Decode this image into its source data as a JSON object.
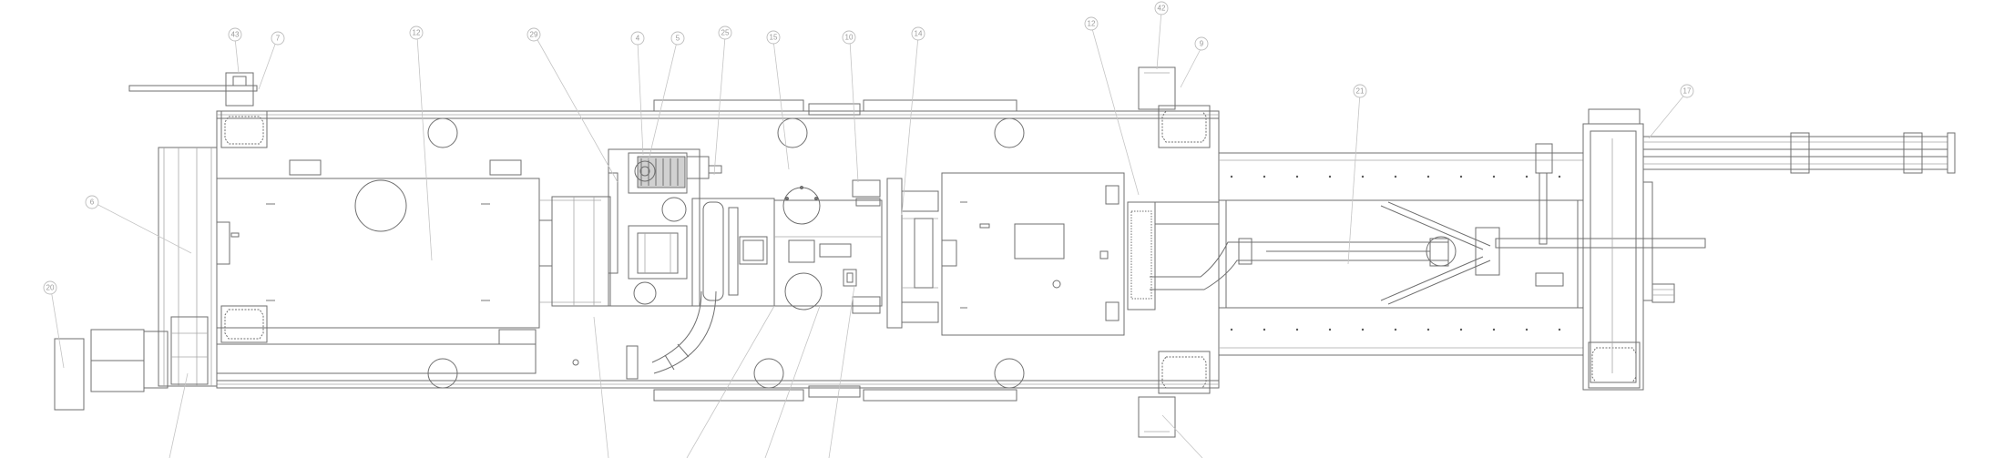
{
  "drawing": {
    "type": "mechanical-plan-view",
    "line_color": "#6f6f6f",
    "background": "#ffffff"
  },
  "callouts": [
    {
      "id": "c43",
      "label": "43"
    },
    {
      "id": "c7a",
      "label": "7"
    },
    {
      "id": "c12a",
      "label": "12"
    },
    {
      "id": "c29",
      "label": "29"
    },
    {
      "id": "c4",
      "label": "4"
    },
    {
      "id": "c5",
      "label": "5"
    },
    {
      "id": "c25",
      "label": "25"
    },
    {
      "id": "c15",
      "label": "15"
    },
    {
      "id": "c10",
      "label": "10"
    },
    {
      "id": "c14",
      "label": "14"
    },
    {
      "id": "c12b",
      "label": "12"
    },
    {
      "id": "c42",
      "label": "42"
    },
    {
      "id": "c9",
      "label": "9"
    },
    {
      "id": "c21",
      "label": "21"
    },
    {
      "id": "c17",
      "label": "17"
    },
    {
      "id": "c6",
      "label": "6"
    },
    {
      "id": "c20",
      "label": "20"
    }
  ]
}
